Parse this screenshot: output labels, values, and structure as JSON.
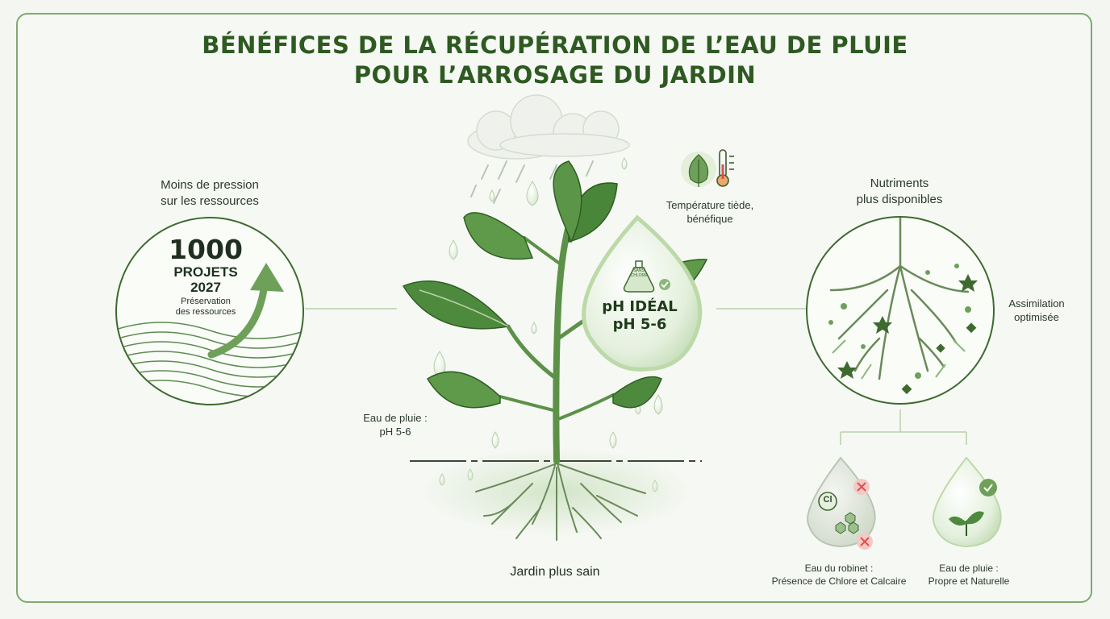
{
  "title": {
    "line1": "BÉNÉFICES DE LA RÉCUPÉRATION DE L’EAU DE PLUIE",
    "line2": "POUR L’ARROSAGE DU JARDIN"
  },
  "left": {
    "heading_line1": "Moins de pression",
    "heading_line2": "sur les ressources",
    "stat_number": "1000",
    "stat_unit": "PROJETS",
    "stat_year": "2027",
    "stat_caption_line1": "Préservation",
    "stat_caption_line2": "des ressources"
  },
  "center": {
    "rain_label_line1": "Eau de pluie :",
    "rain_label_line2": "pH 5-6",
    "drop_text_line1": "pH IDÉAL",
    "drop_text_line2": "pH 5-6",
    "flask_text_line1": "SANS",
    "flask_text_line2": "CHLORE",
    "temp_label_line1": "Température tiède,",
    "temp_label_line2": "bénéfique",
    "caption": "Jardin plus sain"
  },
  "right": {
    "heading_line1": "Nutriments",
    "heading_line2": "plus disponibles",
    "side_label_line1": "Assimilation",
    "side_label_line2": "optimisée",
    "chlorine_symbol": "Cl",
    "tap_label_line1": "Eau du robinet :",
    "tap_label_line2": "Présence de Chlore et Calcaire",
    "rain_label_line1": "Eau de pluie :",
    "rain_label_line2": "Propre et Naturelle"
  },
  "colors": {
    "dark_green": "#2e5a22",
    "leaf": "#4e8a3e",
    "accent": "#7faa6f",
    "red": "#d9534f"
  },
  "icons": [
    "cloud-icon",
    "leaf-icon",
    "thermometer-icon",
    "flask-icon",
    "check-icon",
    "cross-icon",
    "arrow-up-icon",
    "sprout-icon"
  ]
}
